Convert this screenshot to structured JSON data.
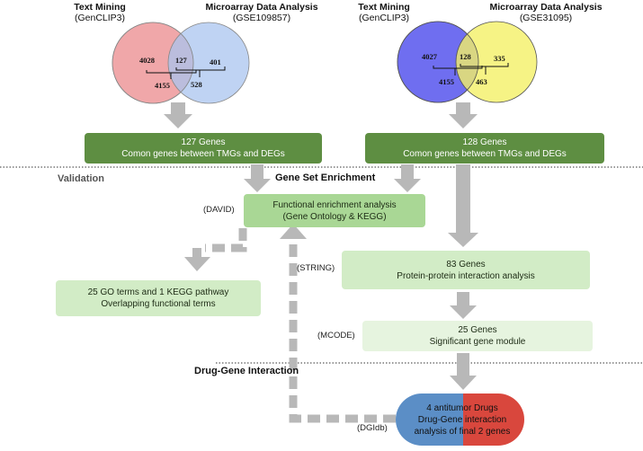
{
  "left_panel": {
    "header_left": {
      "title": "Text Mining",
      "sub": "(GenCLIP3)"
    },
    "header_right": {
      "title": "Microarray Data Analysis",
      "sub": "(GSE109857)"
    },
    "venn": {
      "left_only": "4028",
      "overlap": "127",
      "right_only": "401",
      "left_total": "4155",
      "right_total": "528"
    },
    "result_box": {
      "line1": "127 Genes",
      "line2": "Comon genes between TMGs and DEGs"
    },
    "colors": {
      "left_circle": "#f0a7a9",
      "right_circle": "#a9c4ef"
    }
  },
  "right_panel": {
    "header_left": {
      "title": "Text Mining",
      "sub": "(GenCLIP3)"
    },
    "header_right": {
      "title": "Microarray Data Analysis",
      "sub": "(GSE31095)"
    },
    "venn": {
      "left_only": "4027",
      "overlap": "128",
      "right_only": "335",
      "left_total": "4155",
      "right_total": "463"
    },
    "result_box": {
      "line1": "128 Genes",
      "line2": "Comon genes between TMGs and DEGs"
    },
    "colors": {
      "left_circle": "#6f6ef0",
      "right_circle": "#f4f066"
    }
  },
  "sections": {
    "validation": "Validation",
    "gene_set_enrichment": "Gene Set Enrichment",
    "drug_gene_interaction": "Drug-Gene Interaction"
  },
  "enrichment": {
    "tool": "(DAVID)",
    "line1": "Functional enrichment analysis",
    "line2": "(Gene Ontology & KEGG)"
  },
  "go_terms": {
    "line1": "25 GO terms and 1 KEGG pathway",
    "line2": "Overlapping functional terms"
  },
  "ppi": {
    "tool": "(STRING)",
    "line1": "83 Genes",
    "line2": "Protein-protein interaction analysis"
  },
  "module": {
    "tool": "(MCODE)",
    "line1": "25 Genes",
    "line2": "Significant gene module"
  },
  "drugs": {
    "tool": "(DGIdb)",
    "line1": "4 antitumor Drugs",
    "line2": "Drug-Gene interaction",
    "line3": "analysis of final 2 genes",
    "colors": {
      "left": "#5b8ec6",
      "right": "#d9473d"
    }
  },
  "arrow_color": "#b8b8b8"
}
